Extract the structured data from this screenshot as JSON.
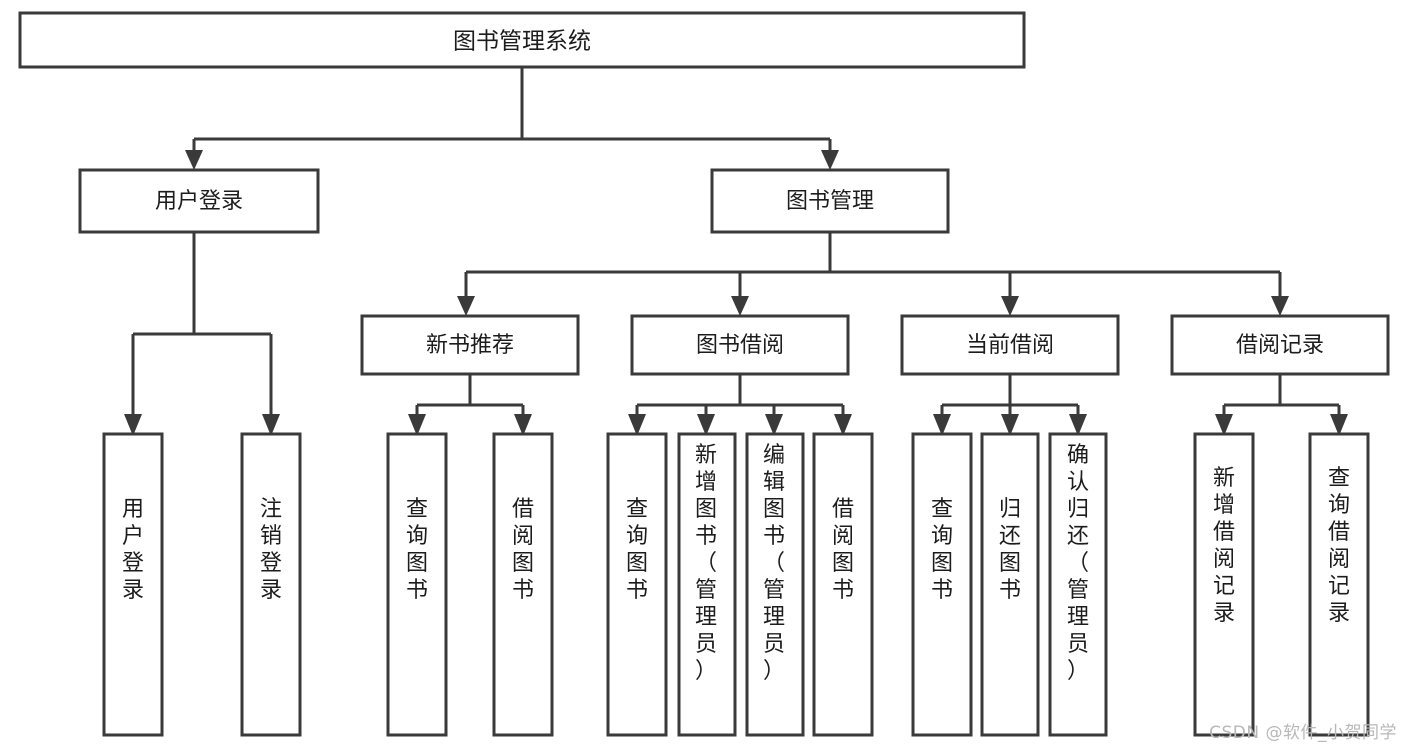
{
  "diagram": {
    "type": "tree-hierarchy",
    "title": "图书管理系统",
    "orientation": "top-down",
    "root": {
      "id": "root",
      "label": "图书管理系统",
      "level": 0
    },
    "levels": [
      {
        "level": 1,
        "nodes": [
          {
            "id": "user-login",
            "label": "用户登录",
            "parent": "root"
          },
          {
            "id": "book-manage",
            "label": "图书管理",
            "parent": "root"
          }
        ]
      },
      {
        "level": 2,
        "nodes": [
          {
            "id": "new-book-rec",
            "label": "新书推荐",
            "parent": "book-manage"
          },
          {
            "id": "book-borrow",
            "label": "图书借阅",
            "parent": "book-manage"
          },
          {
            "id": "current-borrow",
            "label": "当前借阅",
            "parent": "book-manage"
          },
          {
            "id": "borrow-record",
            "label": "借阅记录",
            "parent": "book-manage"
          }
        ]
      },
      {
        "level": 3,
        "nodes": [
          {
            "id": "leaf-1",
            "label": "用户登录",
            "parent": "user-login"
          },
          {
            "id": "leaf-2",
            "label": "注销登录",
            "parent": "user-login"
          },
          {
            "id": "leaf-3",
            "label": "查询图书",
            "parent": "new-book-rec"
          },
          {
            "id": "leaf-4",
            "label": "借阅图书",
            "parent": "new-book-rec"
          },
          {
            "id": "leaf-5",
            "label": "查询图书",
            "parent": "book-borrow"
          },
          {
            "id": "leaf-6",
            "label": "新增图书（管理员）",
            "parent": "book-borrow"
          },
          {
            "id": "leaf-7",
            "label": "编辑图书（管理员）",
            "parent": "book-borrow"
          },
          {
            "id": "leaf-8",
            "label": "借阅图书",
            "parent": "book-borrow"
          },
          {
            "id": "leaf-9",
            "label": "查询图书",
            "parent": "current-borrow"
          },
          {
            "id": "leaf-10",
            "label": "归还图书",
            "parent": "current-borrow"
          },
          {
            "id": "leaf-11",
            "label": "确认归还（管理员）",
            "parent": "current-borrow"
          },
          {
            "id": "leaf-12",
            "label": "新增借阅记录",
            "parent": "borrow-record"
          },
          {
            "id": "leaf-13",
            "label": "查询借阅记录",
            "parent": "borrow-record"
          }
        ]
      }
    ],
    "colors": {
      "box_stroke": "#3a3a3a",
      "box_fill": "#ffffff",
      "text": "#1c1c1c",
      "background": "#ffffff",
      "watermark": "#b8b8b8"
    }
  },
  "watermark": {
    "text": "CSDN @软件_小贺同学"
  }
}
